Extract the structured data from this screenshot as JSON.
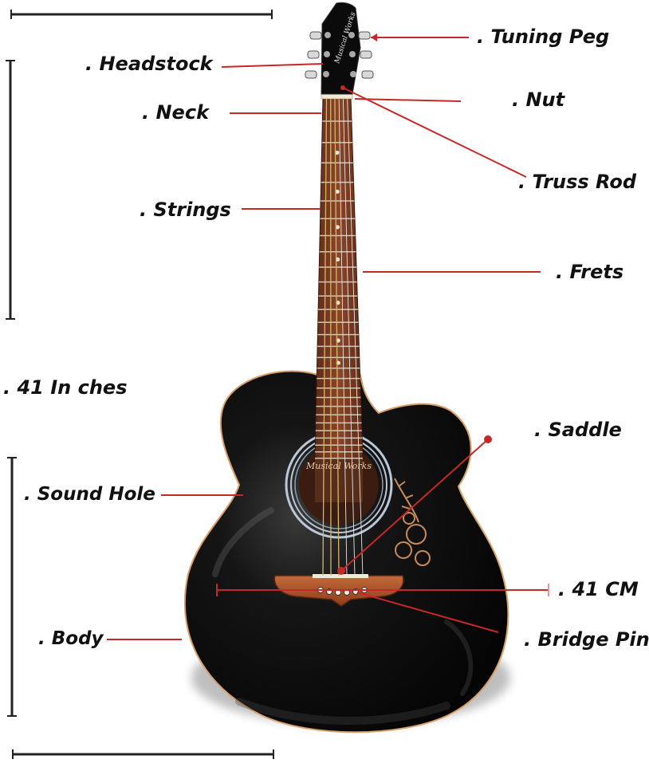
{
  "labels": {
    "tuning_peg": ". Tuning Peg",
    "headstock": ". Headstock",
    "neck": ". Neck",
    "nut": ". Nut",
    "truss_rod": ". Truss Rod",
    "strings": ". Strings",
    "frets": ". Frets",
    "length": ". 41 In ches",
    "saddle": ". Saddle",
    "sound_hole": ". Sound Hole",
    "width": ". 41 CM",
    "body": ". Body",
    "bridge_pin": ". Bridge Pin"
  },
  "headstock_logo": "Musical Works",
  "soundhole_logo": "Musical Works",
  "colors": {
    "leader_line": "#c62828",
    "guitar_body": "#0a0a0a",
    "fretboard": "#7a3b22",
    "bridge": "#b4532a",
    "rosette": "#b9c7d6",
    "floral_inlay": "#c98a5a",
    "dimension_bar": "#222222"
  }
}
